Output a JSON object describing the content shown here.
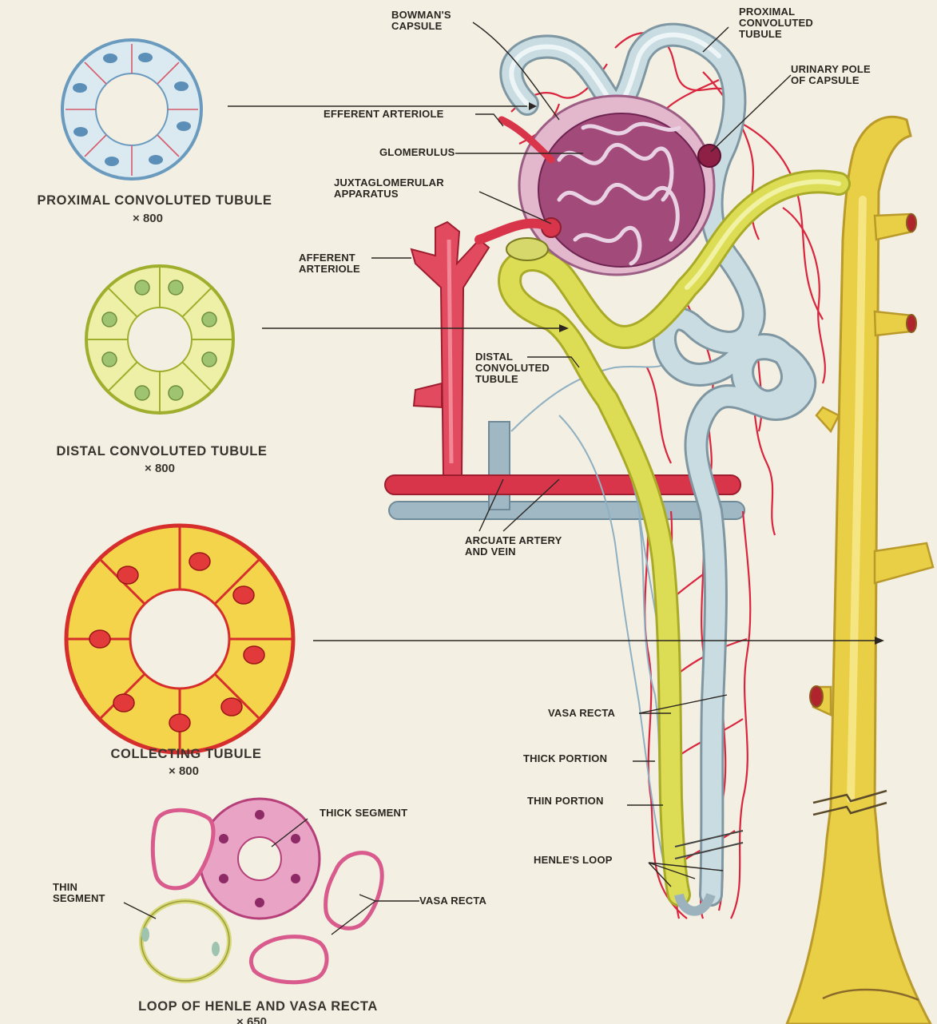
{
  "colors": {
    "background": "#f3efe2",
    "proximal_tubule": "#b9cfd6",
    "artery": "#d9354a",
    "distal_tubule": "#d7d94a",
    "collecting_tubule": "#e9cf45",
    "vein": "#9fb8c4",
    "glomerulus": "#a24a7a",
    "henle_section": "#d95a8c"
  },
  "cross_sections": {
    "proximal": {
      "title": "PROXIMAL CONVOLUTED TUBULE",
      "magnification": "× 800"
    },
    "distal": {
      "title": "DISTAL CONVOLUTED TUBULE",
      "magnification": "× 800"
    },
    "collecting": {
      "title": "COLLECTING TUBULE",
      "magnification": "× 800"
    },
    "henle": {
      "title": "LOOP OF HENLE AND VASA RECTA",
      "magnification": "× 650"
    }
  },
  "labels": {
    "bowmans_capsule": "BOWMAN'S\nCAPSULE",
    "proximal_convoluted_tubule": "PROXIMAL\nCONVOLUTED\nTUBULE",
    "urinary_pole": "URINARY POLE\nOF CAPSULE",
    "efferent_arteriole": "EFFERENT ARTERIOLE",
    "glomerulus": "GLOMERULUS",
    "juxtaglomerular_apparatus": "JUXTAGLOMERULAR\nAPPARATUS",
    "afferent_arteriole": "AFFERENT\nARTERIOLE",
    "distal_convoluted_tubule": "DISTAL\nCONVOLUTED\nTUBULE",
    "arcuate_artery_vein": "ARCUATE ARTERY\nAND VEIN",
    "vasa_recta": "VASA RECTA",
    "thick_portion": "THICK PORTION",
    "thin_portion": "THIN PORTION",
    "henles_loop": "HENLE'S LOOP",
    "thick_segment": "THICK SEGMENT",
    "thin_segment": "THIN\nSEGMENT",
    "vasa_recta_section": "VASA RECTA"
  }
}
